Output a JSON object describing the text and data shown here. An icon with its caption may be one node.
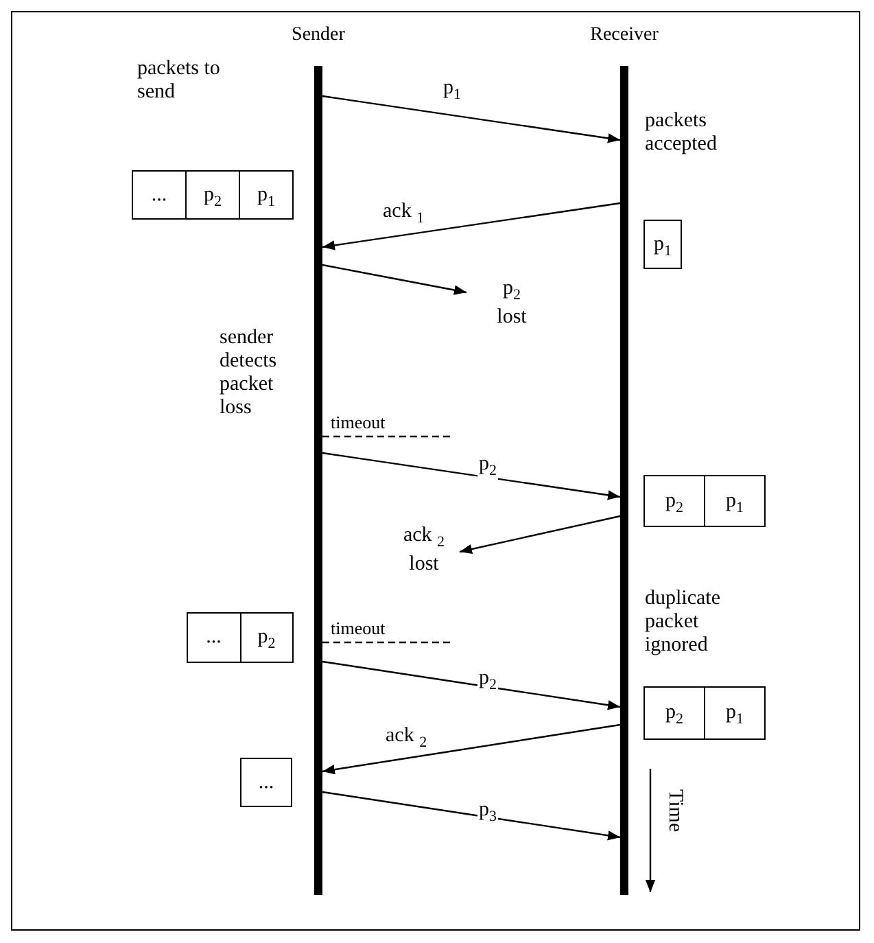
{
  "diagram": {
    "nodes": [
      {
        "text": [
          "Sender"
        ]
      },
      {
        "text": [
          "Receiver"
        ]
      },
      {
        "text": [
          "...",
          "p$_{2}$",
          "p$_{1}$"
        ]
      },
      {
        "text": [
          "p$_{1}$"
        ]
      },
      {
        "text": [
          "p$_{2}$",
          "p$_{1}$"
        ]
      },
      {
        "text": [
          "...",
          "p$_{2}$"
        ]
      },
      {
        "text": [
          "p$_{2}$",
          "p$_{1}$"
        ]
      },
      {
        "text": [
          "..."
        ]
      }
    ],
    "edges": [
      {
        "from": 0,
        "to": 1,
        "arrow": "to",
        "label": "p$_{1}$"
      },
      {
        "from": 1,
        "to": 0,
        "arrow": "to",
        "label": "ack $_{1}$"
      },
      {
        "from": 0,
        "to": null,
        "arrow": "to",
        "label": "p$_{2}$ lost"
      },
      {
        "from": 0,
        "to": null,
        "arrow": "none",
        "style": "dashed",
        "label": "timeout"
      },
      {
        "from": 0,
        "to": 1,
        "arrow": "to",
        "label": "p$_{2}$"
      },
      {
        "from": 1,
        "to": null,
        "arrow": "to",
        "label": "ack $_{2}$ lost"
      },
      {
        "from": 0,
        "to": null,
        "arrow": "none",
        "style": "dashed",
        "label": "timeout"
      },
      {
        "from": 0,
        "to": 1,
        "arrow": "to",
        "label": "p$_{2}$"
      },
      {
        "from": 1,
        "to": 0,
        "arrow": "to",
        "label": "ack $_{2}$"
      },
      {
        "from": 0,
        "to": 1,
        "arrow": "to",
        "label": "p$_{3}$"
      }
    ],
    "labels": [
      "packets to send",
      "packets accepted",
      "sender detects packet loss",
      "duplicate packet ignored",
      "Time"
    ]
  }
}
